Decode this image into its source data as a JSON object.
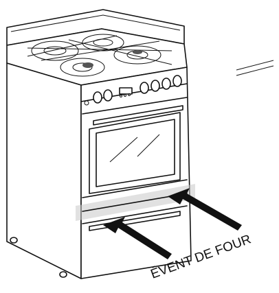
{
  "figure": {
    "callout_label": "ÉVENT DE FOUR",
    "colors": {
      "line": "#111111",
      "highlight_band": "#c8c8c8",
      "arrow": "#111111",
      "background": "#ffffff"
    },
    "icons": [
      "range-oven",
      "arrow-pointer"
    ]
  }
}
